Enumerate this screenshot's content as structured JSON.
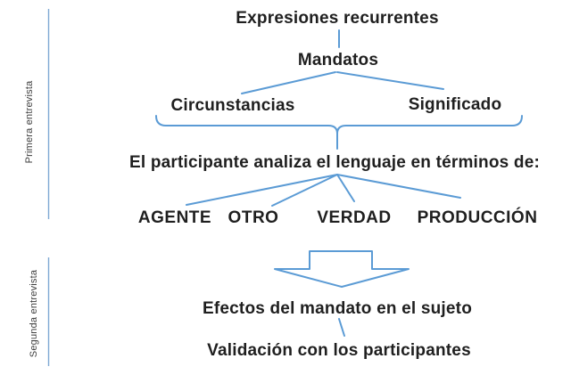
{
  "colors": {
    "connector": "#5b9bd5",
    "rail": "#7ea8d4",
    "ink": "#1f1f1f"
  },
  "sidebar": {
    "first_label": "Primera entrevista",
    "second_label": "Segunda entrevista"
  },
  "diagram": {
    "root": "Expresiones recurrentes",
    "node2": "Mandatos",
    "branch_left": "Circunstancias",
    "branch_right": "Significado",
    "statement": "El participante analiza el lenguaje en términos de:",
    "terms": [
      "AGENTE",
      "OTRO",
      "VERDAD",
      "PRODUCCIÓN"
    ],
    "effects": "Efectos del mandato en el sujeto",
    "validation": "Validación con los participantes"
  }
}
